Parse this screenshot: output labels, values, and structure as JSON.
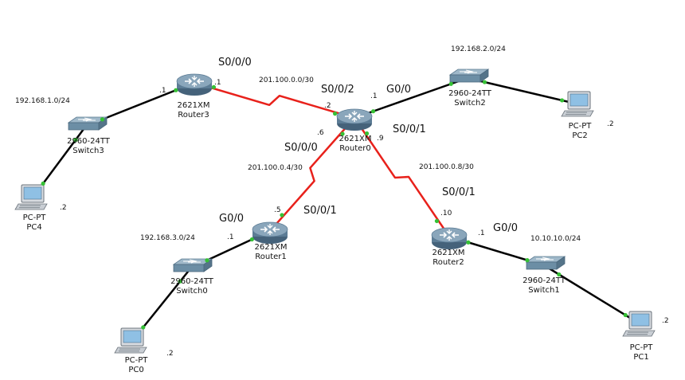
{
  "colors": {
    "ethernet": "#000000",
    "serial": "#e8211b",
    "router_body": "#6f8ea6",
    "switch_body": "#6a8da3",
    "pc_body": "#d7dbe0",
    "pc_screen": "#7fb4dc",
    "link_light": "#35c135"
  },
  "devices": {
    "router3": {
      "model": "2621XM",
      "name": "Router3",
      "icon": "router-icon"
    },
    "router0": {
      "model": "2621XM",
      "name": "Router0",
      "icon": "router-icon"
    },
    "router1": {
      "model": "2621XM",
      "name": "Router1",
      "icon": "router-icon"
    },
    "router2": {
      "model": "2621XM",
      "name": "Router2",
      "icon": "router-icon"
    },
    "switch3": {
      "model": "2960-24TT",
      "name": "Switch3",
      "icon": "switch-icon"
    },
    "switch2": {
      "model": "2960-24TT",
      "name": "Switch2",
      "icon": "switch-icon"
    },
    "switch0": {
      "model": "2960-24TT",
      "name": "Switch0",
      "icon": "switch-icon"
    },
    "switch1": {
      "model": "2960-24TT",
      "name": "Switch1",
      "icon": "switch-icon"
    },
    "pc4": {
      "model": "PC-PT",
      "name": "PC4",
      "icon": "pc-icon"
    },
    "pc2": {
      "model": "PC-PT",
      "name": "PC2",
      "icon": "pc-icon"
    },
    "pc0": {
      "model": "PC-PT",
      "name": "PC0",
      "icon": "pc-icon"
    },
    "pc1": {
      "model": "PC-PT",
      "name": "PC1",
      "icon": "pc-icon"
    }
  },
  "networks": {
    "lan_router3": "192.168.1.0/24",
    "lan_router0": "192.168.2.0/24",
    "lan_router1": "192.168.3.0/24",
    "lan_router2": "10.10.10.0/24",
    "wan_r3_r0": "201.100.0.0/30",
    "wan_r0_r1": "201.100.0.4/30",
    "wan_r0_r2": "201.100.0.8/30"
  },
  "interfaces": {
    "r3_serial": "S0/0/0",
    "r0_serial_r3": "S0/0/2",
    "r0_gig": "G0/0",
    "r0_serial_r2": "S0/0/1",
    "r0_serial_r1": "S0/0/0",
    "r1_serial": "S0/0/1",
    "r1_gig": "G0/0",
    "r2_serial": "S0/0/1",
    "r2_gig": "G0/0"
  },
  "hosts": {
    "r3_lan": ".1",
    "r3_wan": ".1",
    "r0_wan_r3": ".2",
    "r0_lan": ".1",
    "r0_wan_r1": ".6",
    "r0_wan_r2": ".9",
    "r1_wan": ".5",
    "r1_lan": ".1",
    "r2_wan": ".10",
    "r2_lan": ".1",
    "pc4": ".2",
    "pc2": ".2",
    "pc0": ".2",
    "pc1": ".2"
  }
}
